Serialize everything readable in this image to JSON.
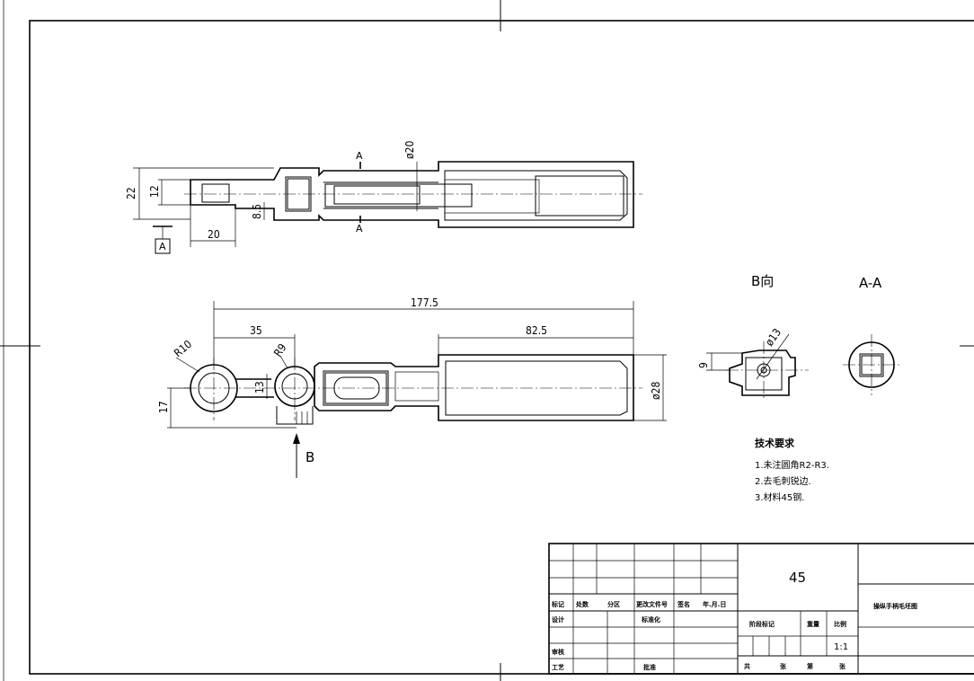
{
  "dimensions": {
    "d22": "22",
    "d12": "12",
    "d20": "20",
    "d8_5": "8.5",
    "phi20": "ø20",
    "d177_5": "177.5",
    "d35": "35",
    "d82_5": "82.5",
    "r10": "R10",
    "r9": "R9",
    "d13": "13",
    "d17": "17",
    "phi28": "ø28",
    "d9": "9",
    "phi13": "ø13"
  },
  "labels": {
    "datum_a": "A",
    "section_a_top": "A",
    "section_a_bottom": "A",
    "view_b_arrow": "B",
    "view_b_title": "B向",
    "section_aa_title": "A-A"
  },
  "tech_requirements": {
    "title": "技术要求",
    "items": [
      "1.未注圆角R2-R3.",
      "2.去毛刺锐边.",
      "3.材料45钢."
    ]
  },
  "title_block": {
    "material": "45",
    "drawing_name": "操纵手柄毛坯图",
    "scale": "1:1",
    "headers": [
      "标记",
      "处数",
      "分区",
      "更改文件号",
      "签名",
      "年.月.日"
    ],
    "design": "设计",
    "standardize": "标准化",
    "review": "审核",
    "process": "工艺",
    "approve": "批准",
    "stage_mark": "阶段标记",
    "weight": "重量",
    "scale_label": "比例",
    "sheets_total": "共",
    "sheets_unit1": "张",
    "sheet_no": "第",
    "sheets_unit2": "张"
  }
}
